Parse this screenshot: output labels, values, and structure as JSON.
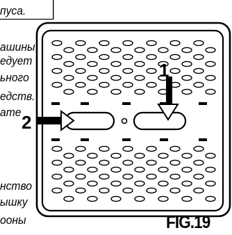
{
  "text_lines": [
    "пуса.",
    "ашины",
    "едует",
    "ьного",
    "едств.",
    "ате",
    "нство",
    "ышку",
    "ооны"
  ],
  "callouts": {
    "arrow_1": "1",
    "arrow_2": "2"
  },
  "figure_label": "FIG.19"
}
